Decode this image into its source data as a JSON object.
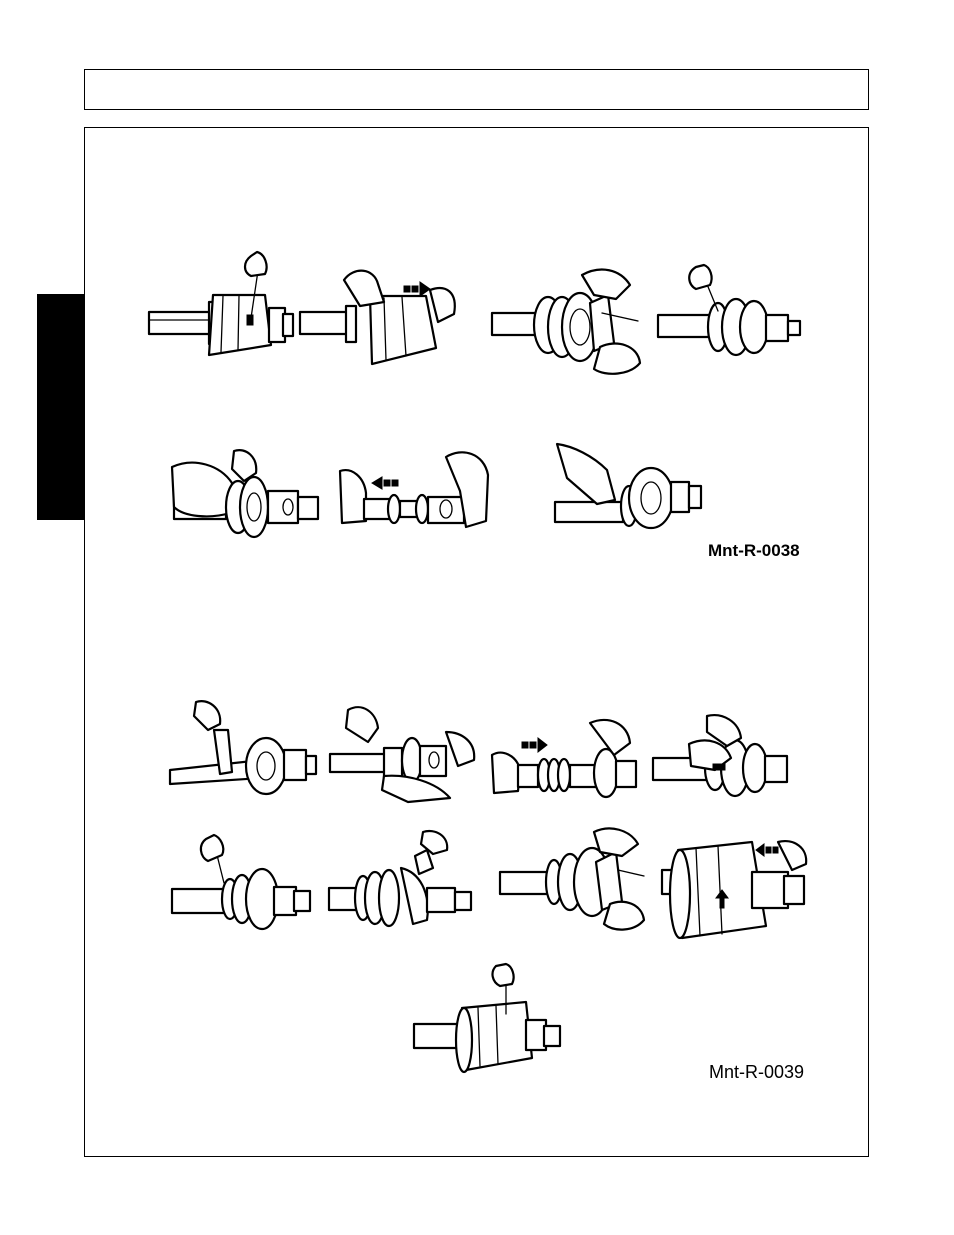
{
  "labels": {
    "figure_1": "Mnt-R-0038",
    "figure_2": "Mnt-R-0039"
  },
  "figures": [
    {
      "id": "a1",
      "icon": "shaft-guard-screwdriver"
    },
    {
      "id": "a2",
      "icon": "guard-slide-arrow-right"
    },
    {
      "id": "a3",
      "icon": "bearing-ring-removal"
    },
    {
      "id": "a4",
      "icon": "bearing-exposed-screwdriver"
    },
    {
      "id": "a5",
      "icon": "ring-grip-hands"
    },
    {
      "id": "a6",
      "icon": "shaft-slide-arrow-left"
    },
    {
      "id": "a7",
      "icon": "bearing-ring-hand"
    },
    {
      "id": "b1",
      "icon": "grease-tube-shaft"
    },
    {
      "id": "b2",
      "icon": "shaft-hands-joint"
    },
    {
      "id": "b3",
      "icon": "shaft-slide-arrow-right"
    },
    {
      "id": "b4",
      "icon": "bearing-ring-hands"
    },
    {
      "id": "b5",
      "icon": "ring-screwdriver"
    },
    {
      "id": "b6",
      "icon": "ring-grease-tool"
    },
    {
      "id": "b7",
      "icon": "bearing-ring-pliers"
    },
    {
      "id": "b8",
      "icon": "guard-cone-arrow-left"
    },
    {
      "id": "b9",
      "icon": "guard-assembled-screwdriver"
    }
  ]
}
